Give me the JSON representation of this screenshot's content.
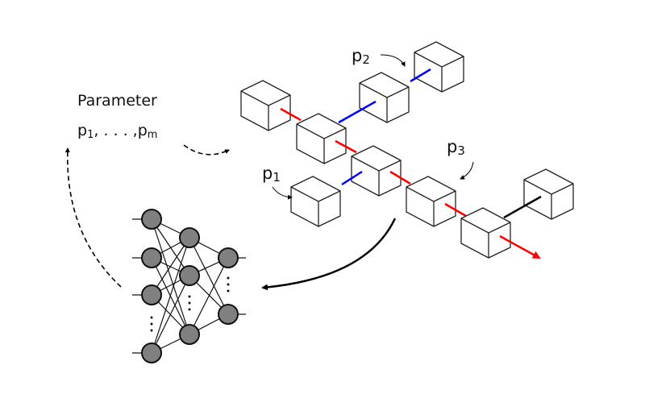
{
  "parameters": {
    "title": "Parameter",
    "first": {
      "base": "p",
      "sub": "1"
    },
    "ellipsis": ", . . . ,",
    "last": {
      "base": "p",
      "sub": "m"
    }
  },
  "labels": {
    "p1": {
      "base": "p",
      "sub": "1"
    },
    "p2": {
      "base": "p",
      "sub": "2"
    },
    "p3": {
      "base": "p",
      "sub": "3"
    }
  },
  "colors": {
    "red": "#ff0000",
    "blue": "#0000ff",
    "black": "#000000",
    "node": "#808080"
  }
}
